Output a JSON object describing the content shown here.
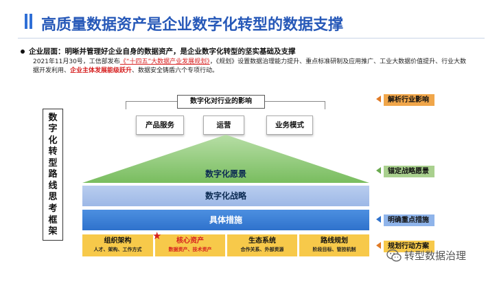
{
  "header": {
    "title": "高质量数据资产是企业数字化转型的数据支撑"
  },
  "intro": {
    "bullet": "企业层面：明晰并管理好企业自身的数据资产，是企业数字化转型的坚实基础及支撑",
    "para_1": "2021年11月30号，工信部发布",
    "para_link": "《“十四五”大数据产业发展规划》",
    "para_2": "，《规划》设置数据治理能力提升、重点标准研制及应用推广、工业大数据价值提升、行业大数据开发利用、",
    "para_highlight": "企业主体发展能级跃升",
    "para_3": "、数据安全铸盾六个专项行动。"
  },
  "framework": {
    "vertical_title": [
      "数",
      "字",
      "化",
      "转",
      "型",
      "路",
      "线",
      "思",
      "考",
      "框",
      "架"
    ],
    "impact_header": "数字化对行业的影响",
    "impact_boxes": [
      "产品服务",
      "运营",
      "业务模式"
    ],
    "vision": "数字化愿景",
    "strategy": "数字化战略",
    "measures": "具体措施",
    "bottom_items": [
      {
        "title": "组织架构",
        "sub": "人才、架构、工作方式"
      },
      {
        "title": "核心资产",
        "sub": "数据资产、技术资产"
      },
      {
        "title": "生态系统",
        "sub": "合作关系、外部资源"
      },
      {
        "title": "路线规划",
        "sub": "阶段目标、管控机制"
      }
    ]
  },
  "side_tags": [
    {
      "label": "解析行业影响",
      "color": "#f0a64a",
      "arrow_color": "#e07b27"
    },
    {
      "label": "锚定战略愿景",
      "color": "#a9d08e",
      "arrow_color": "#6aaa4f"
    },
    {
      "label": "明确重点措施",
      "color": "#8fb4ea",
      "arrow_color": "#2f72cc"
    },
    {
      "label": "规划行动方案",
      "color": "#f7c94a",
      "arrow_color": "#e07b27"
    }
  ],
  "watermark": {
    "account": "转型数据治理"
  },
  "colors": {
    "title_blue": "#2658b8",
    "pyramid_green": "#8fc97a",
    "strategy_blue": "#a9c2ec",
    "measures_blue": "#3a7fd6",
    "bottom_yellow": "#f7c94a",
    "highlight_red": "#d61f1f"
  }
}
